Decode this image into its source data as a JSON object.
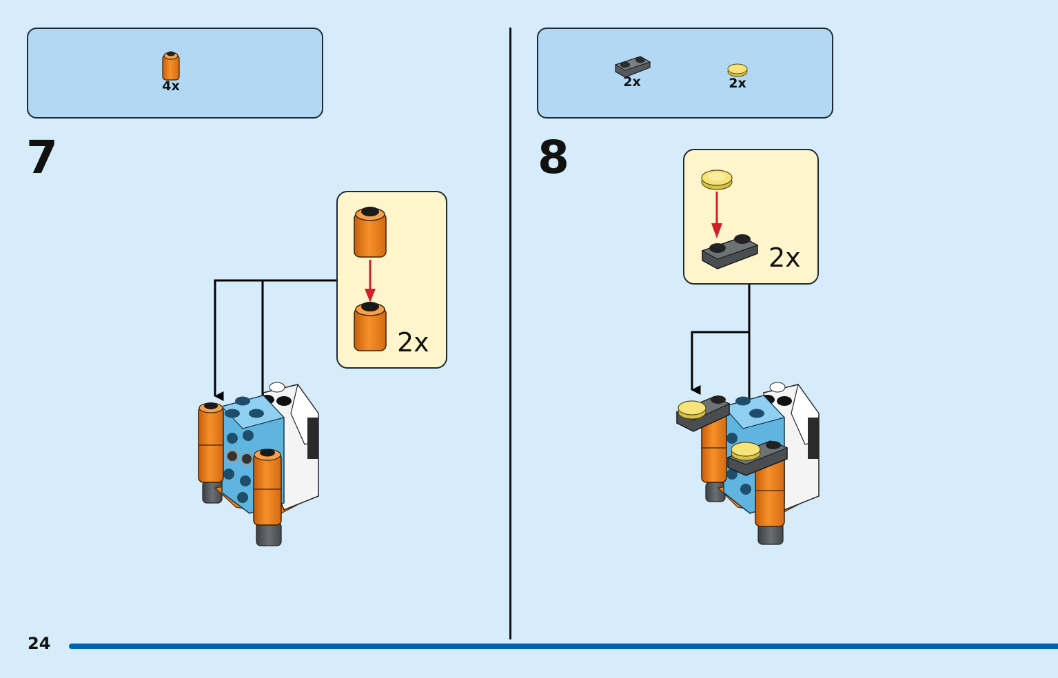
{
  "steps": [
    {
      "number": "7",
      "parts": [
        {
          "icon": "orange-round-brick-icon",
          "qty": "4x"
        }
      ],
      "callout_qty": "2x"
    },
    {
      "number": "8",
      "parts": [
        {
          "icon": "dark-grey-plate-1x2-icon",
          "qty": "2x"
        },
        {
          "icon": "yellow-round-tile-icon",
          "qty": "2x"
        }
      ],
      "callout_qty": "2x"
    }
  ],
  "page": {
    "number": "24"
  },
  "colors": {
    "background": "#d6ecfa",
    "parts_box": "#b3d8f4",
    "callout": "#fff5cc",
    "page_bar": "#0061b1",
    "arrow_red": "#d0202a",
    "orange": "#f0821e",
    "azure": "#5fb4e0",
    "dark_grey": "#555a5e",
    "trans_yellow": "#f6e37a"
  }
}
